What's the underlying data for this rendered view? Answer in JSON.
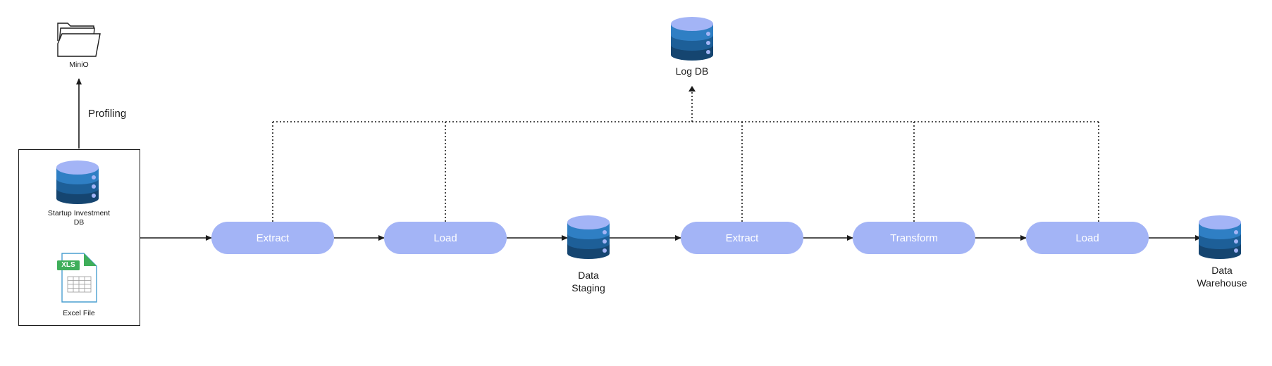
{
  "profiling_label": "Profiling",
  "minio": {
    "label": "MiniO",
    "icon": "folder-icon"
  },
  "log_db": {
    "label": "Log DB",
    "icon": "database-icon"
  },
  "sources": [
    {
      "label": "Startup Investment\nDB",
      "icon": "database-icon"
    },
    {
      "label": "Excel File",
      "icon": "xls-file-icon",
      "badge": "XLS"
    }
  ],
  "pipeline_steps": [
    {
      "label": "Extract"
    },
    {
      "label": "Load"
    },
    {
      "label": "Extract"
    },
    {
      "label": "Transform"
    },
    {
      "label": "Load"
    }
  ],
  "data_staging": {
    "label": "Data\nStaging",
    "icon": "database-icon"
  },
  "data_warehouse": {
    "label": "Data\nWarehouse",
    "icon": "database-icon"
  },
  "colors": {
    "step_fill": "#a3b4f6",
    "db_top": "#a3b4f6",
    "db_band1": "#2f7fc4",
    "db_band2": "#1d5f98",
    "db_band3": "#154570",
    "xls_badge": "#3fae5a"
  }
}
